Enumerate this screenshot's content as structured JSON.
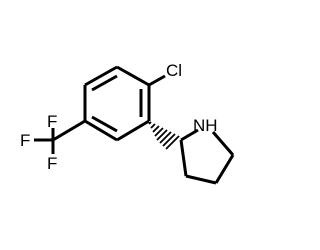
{
  "molecule": {
    "labels": {
      "cl": "Cl",
      "nh": "NH",
      "f1": "F",
      "f2": "F",
      "f3": "F"
    },
    "colors": {
      "bond": "#000000",
      "text": "#000000",
      "background": "#ffffff"
    }
  }
}
